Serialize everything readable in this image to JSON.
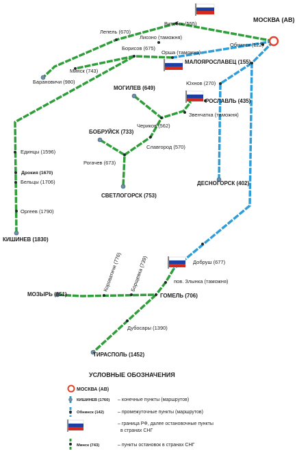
{
  "colors": {
    "green_route": "#2f9e3a",
    "blue_route": "#2f9ed8",
    "terminal_ring": "#e0432a",
    "stop_dot": "#1e2a26",
    "terminal_dot": "#6e8fa8"
  },
  "origin": {
    "label": "МОСКВА (АВ)"
  },
  "cities": {
    "vitebsk": "Витебск (555)",
    "lepel": "Лепель (670)",
    "liozno": "Лиозно (таможня)",
    "borisov": "Борисов (675)",
    "orsha": "Орша (таможня)",
    "obninsk": "Обнинск (122)",
    "maloyaroslavets": "МАЛОЯРОСЛАВЕЦ (155)",
    "minsk": "Минск (743)",
    "baranovichi": "Барановичи (980)",
    "mogilev": "МОГИЛЕВ (649)",
    "yukhnov": "Юхнов (270)",
    "roslavl": "РОСЛАВЛЬ (435)",
    "zvenchatka": "Звенчатка (таможня)",
    "cherikov": "Чериков (562)",
    "bobruisk": "БОБРУЙСК (733)",
    "slavgorod": "Славгород (570)",
    "edintsy": "Единцы (1596)",
    "rogachev": "Рогачев (673)",
    "drokiya": "Дрокия (1670)",
    "beltsy": "Бельцы (1706)",
    "desnogorsk": "ДЕСНОГОРСК (402)",
    "svetlogorsk": "СВЕТЛОГОРСК (753)",
    "orgeev": "Оргеев (1790)",
    "kishinev": "КИШИНЕВ (1830)",
    "korovatichi": "Короватичи (776)",
    "borshchevka": "Борщевка (739)",
    "dobrush": "Добруш (677)",
    "zlynka": "пов. Злынка (таможня)",
    "mozyr": "МОЗЫРЬ (851)",
    "gomel": "ГОМЕЛЬ (706)",
    "dubossary": "Дубосары (1390)",
    "tiraspol": "ТИРАСПОЛЬ (1452)"
  },
  "legend": {
    "title": "УСЛОВНЫЕ ОБОЗНАЧЕНИЯ",
    "items": [
      {
        "icon": "terminal-ring-icon",
        "sample": "МОСКВА (АВ)",
        "text": ""
      },
      {
        "icon": "terminal-stop-icon",
        "sample": "КИШИНЕВ (1760)",
        "text": "– конечные пункты (маршрутов)"
      },
      {
        "icon": "intermediate-stop-icon",
        "sample": "Обнинск (142)",
        "text": "– промежуточные пункты (маршрутов)"
      },
      {
        "icon": "russian-flag-icon",
        "sample": "",
        "text": "– граница РФ, далее остановочные пункты",
        "text2": "в странах СНГ"
      },
      {
        "icon": "cis-stop-icon",
        "sample": "Минск (743)",
        "text": "– пункты остановок в странах СНГ"
      }
    ]
  }
}
